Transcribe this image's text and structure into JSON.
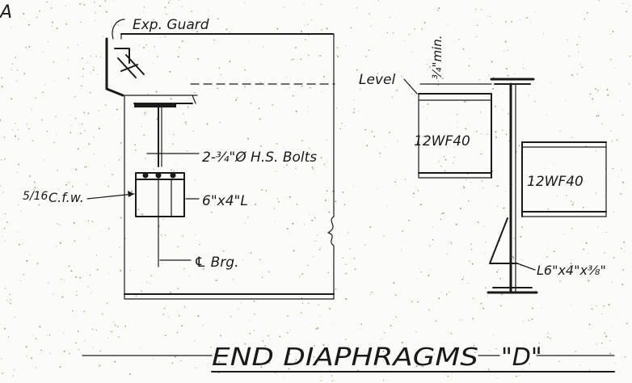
{
  "labels": {
    "corner_mark": "A",
    "exp_guard": "Exp. Guard",
    "bolts": "2-¾\"Ø H.S. Bolts",
    "weld_frac": "5/16",
    "weld": "C.f.w.",
    "angle_left": "6\"x4\"L",
    "brg": "℄ Brg.",
    "level": "Level",
    "min_dim": "¾\"min.",
    "beam_upper": "12WF40",
    "beam_lower": "12WF40",
    "angle_right": "L6\"x4\"x⅜\"",
    "title": "END DIAPHRAGMS",
    "title_mark": "\"D\""
  }
}
